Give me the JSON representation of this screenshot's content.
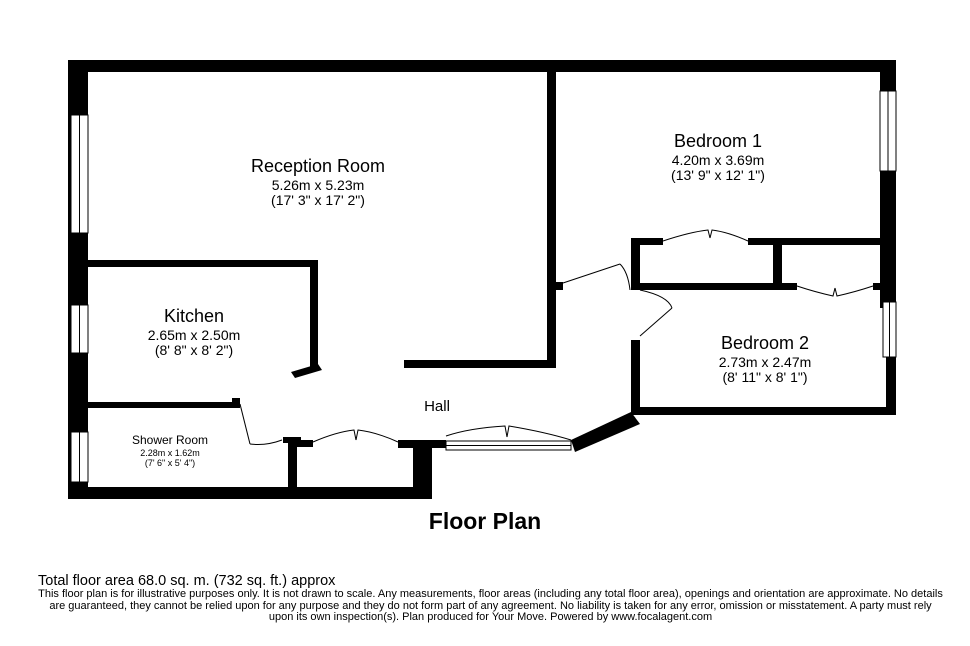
{
  "rooms": {
    "reception": {
      "name": "Reception Room",
      "metric": "5.26m x 5.23m",
      "imperial": "(17' 3\" x 17' 2\")"
    },
    "bedroom1": {
      "name": "Bedroom 1",
      "metric": "4.20m x 3.69m",
      "imperial": "(13' 9\" x 12' 1\")"
    },
    "kitchen": {
      "name": "Kitchen",
      "metric": "2.65m x 2.50m",
      "imperial": "(8' 8\" x 8' 2\")"
    },
    "bedroom2": {
      "name": "Bedroom 2",
      "metric": "2.73m x 2.47m",
      "imperial": "(8' 11\" x 8' 1\")"
    },
    "hall": {
      "name": "Hall"
    },
    "shower": {
      "name": "Shower Room",
      "metric": "2.28m x 1.62m",
      "imperial": "(7' 6\" x 5' 4\")"
    }
  },
  "title": "Floor Plan",
  "footer": {
    "total_area": "Total floor area 68.0 sq. m. (732 sq. ft.) approx",
    "disclaimer": "This floor plan is for illustrative purposes only. It is not drawn to scale. Any measurements, floor areas (including any total floor area), openings and orientation are approximate. No details are guaranteed, they cannot be relied upon for any purpose and they do not form part of any agreement. No liability is taken for any error, omission or misstatement. A party must rely upon its own inspection(s). Plan produced for Your Move. Powered by www.focalagent.com"
  }
}
